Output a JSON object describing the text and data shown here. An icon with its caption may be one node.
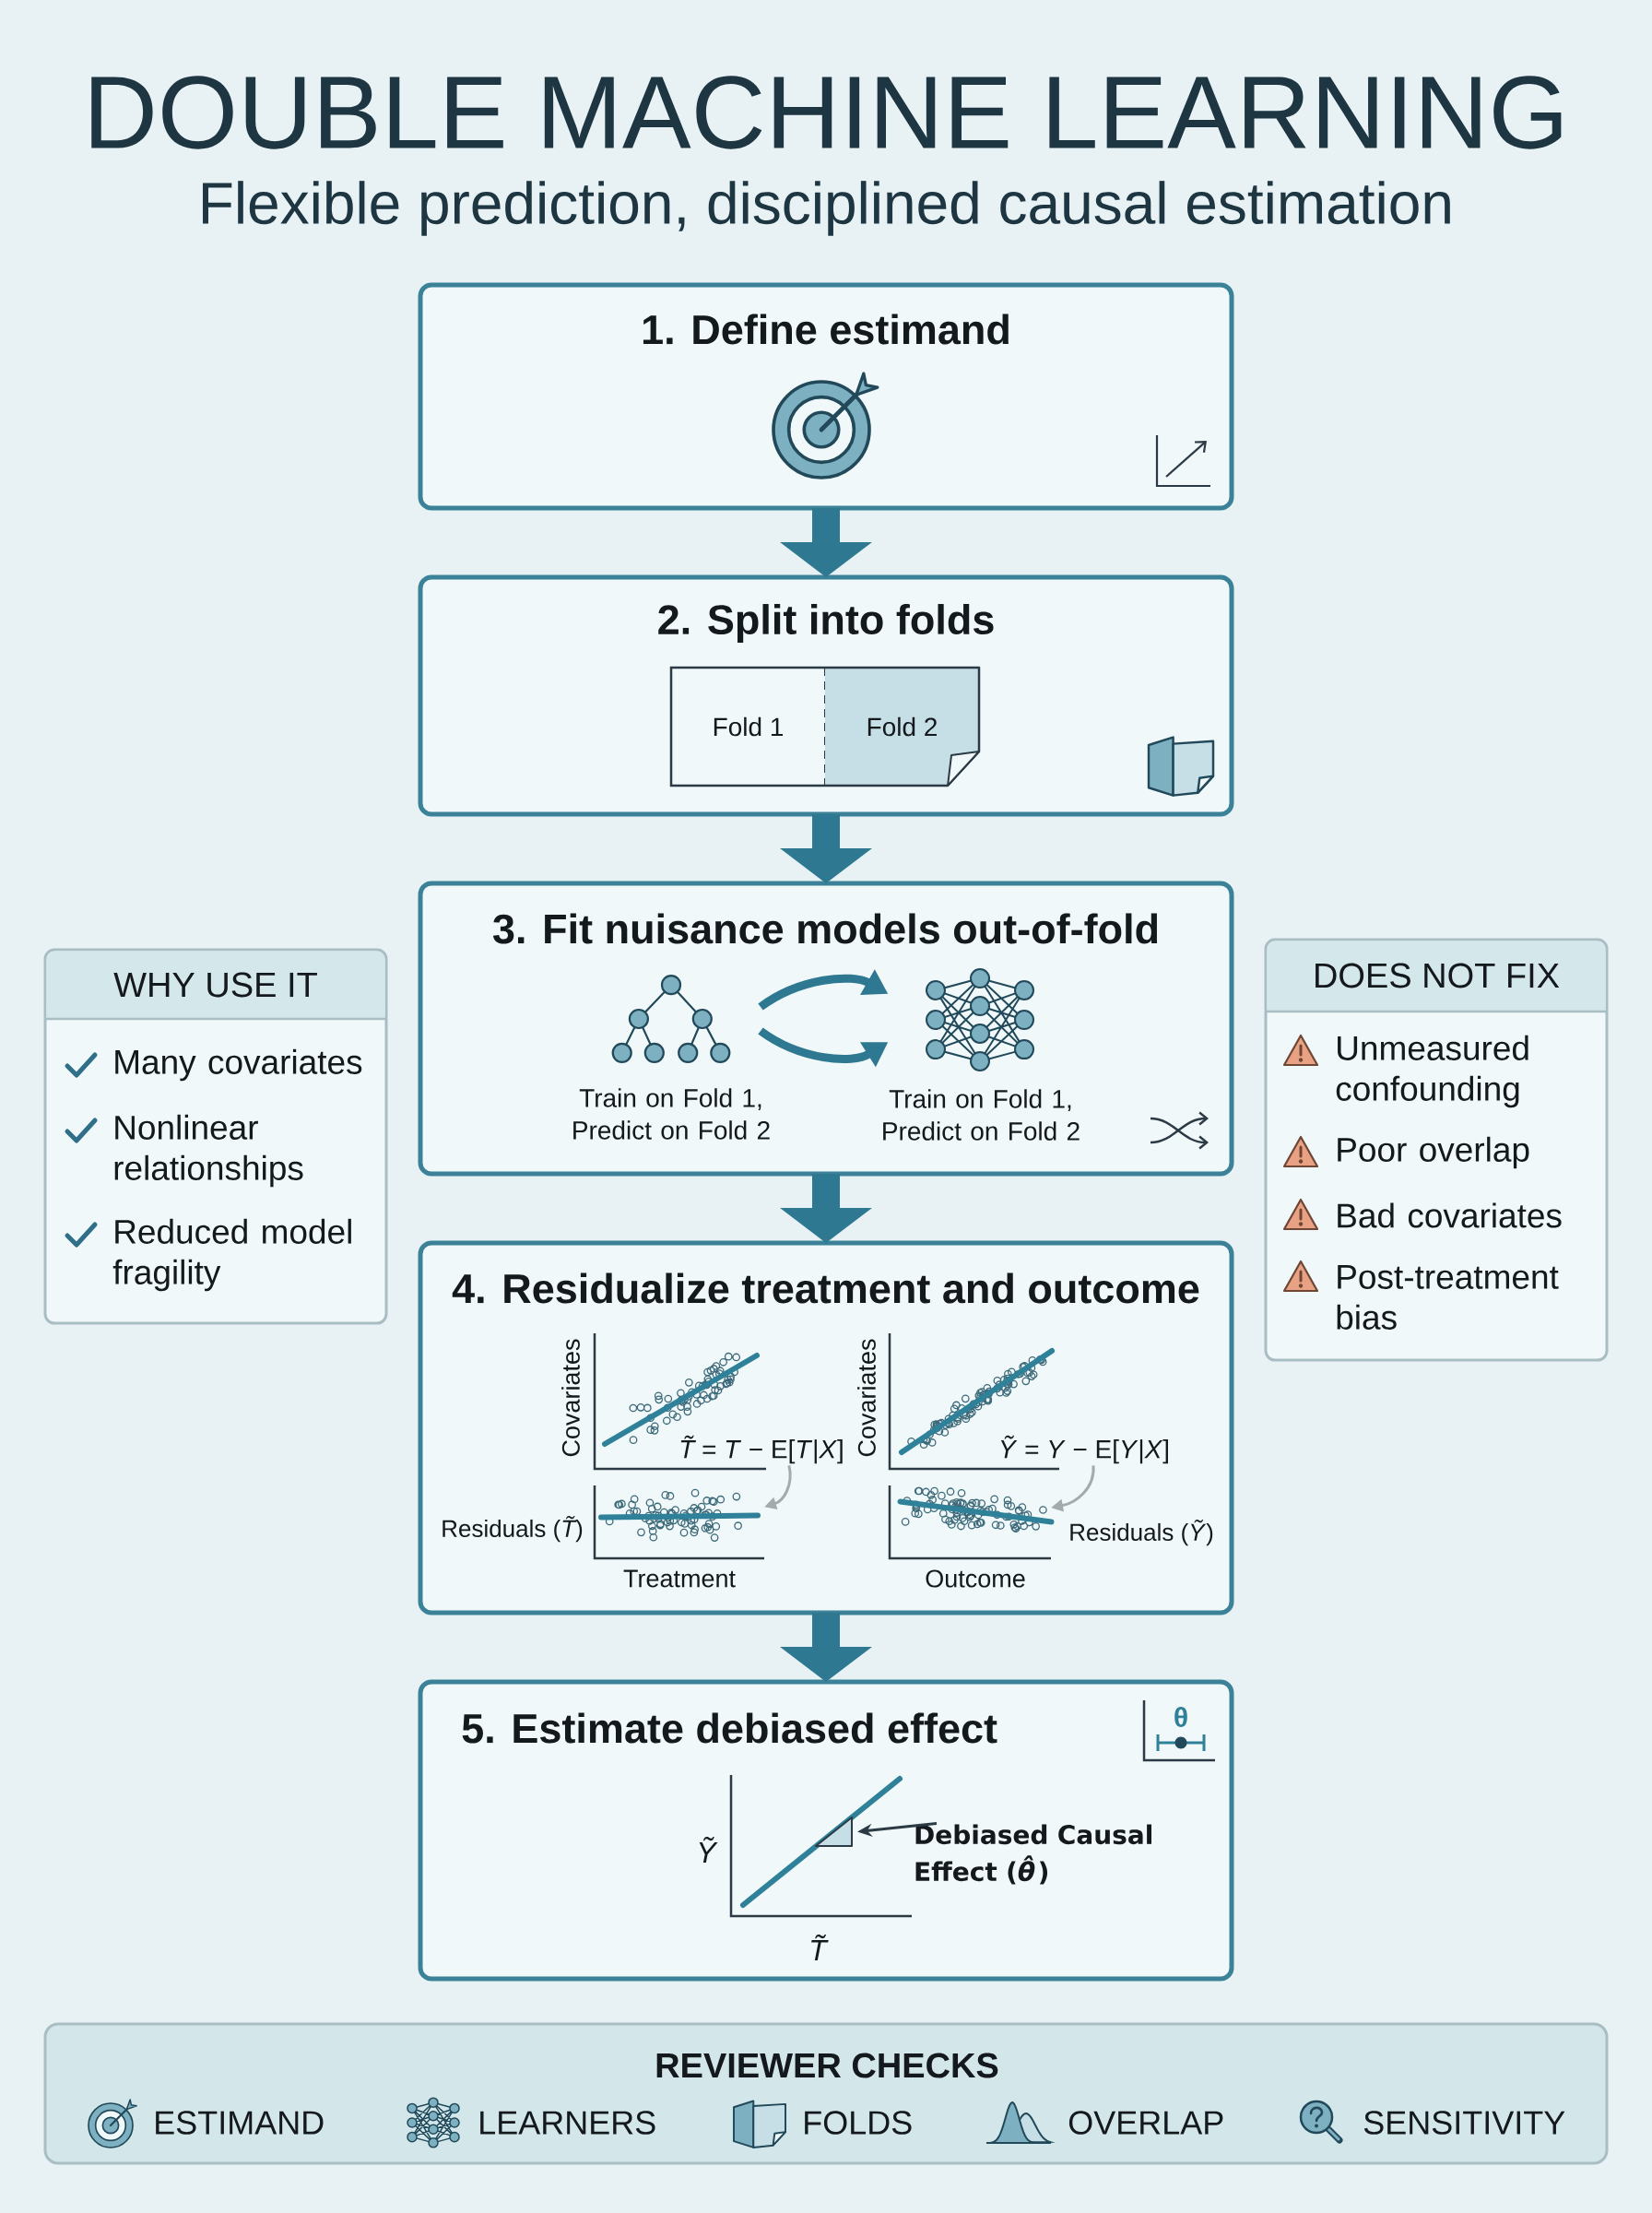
{
  "diagram": {
    "title": "DOUBLE MACHINE LEARNING",
    "nodes": [
      {
        "text": [
          "1. Define estimand"
        ]
      },
      {
        "text": [
          "2. Split into folds"
        ]
      },
      {
        "text": [
          "Fold 1"
        ],
        "in": 1
      },
      {
        "text": [
          "Fold 2"
        ],
        "in": 1
      },
      {
        "text": [
          "3. Fit nuisance models out-of-fold"
        ]
      },
      {
        "text": [],
        "shape": "picture",
        "beside": [
          "Train on Fold 1, Predict on Fold 2"
        ],
        "in": 4
      },
      {
        "text": [],
        "shape": "picture",
        "beside": [
          "Train on Fold 1, Predict on Fold 2"
        ],
        "in": 4
      },
      {
        "text": [
          "WHY USE IT",
          "Many covariates",
          "Nonlinear relationships",
          "Reduced model fragility"
        ]
      },
      {
        "text": [
          "DOES NOT FIX",
          "Unmeasured confounding",
          "Poor overlap",
          "Bad covariates",
          "Post-treatment bias"
        ]
      },
      {
        "text": [
          "4. Residualize treatment and outcome"
        ]
      },
      {
        "text": [
          "*T̃* = *T* − E[*T*|*X*]"
        ],
        "in": 9
      },
      {
        "text": [],
        "shape": "picture",
        "in": 9
      },
      {
        "text": [
          "*Ỹ* = *Y* − E[*Y*|*X*]"
        ],
        "in": 9
      },
      {
        "text": [],
        "shape": "picture",
        "in": 9
      },
      {
        "text": [
          "5. Estimate debiased effect"
        ]
      },
      {
        "text": [
          "Debiased Causal Effect (*θ̂*)"
        ],
        "in": 14
      },
      {
        "text": [],
        "shape": "triangle",
        "in": 14
      },
      {
        "text": [
          "REVIEWER CHECKS",
          "ESTIMAND",
          "LEARNERS",
          "FOLDS",
          "OVERLAP",
          "SENSITIVITY"
        ]
      }
    ],
    "edges": [
      {
        "from": 0,
        "to": 1,
        "arrow": "to",
        "style": "thick"
      },
      {
        "from": 1,
        "to": 4,
        "arrow": "to",
        "style": "thick"
      },
      {
        "from": 4,
        "to": 9,
        "arrow": "to",
        "style": "thick"
      },
      {
        "from": 9,
        "to": 14,
        "arrow": "to",
        "style": "thick"
      },
      {
        "from": 5,
        "to": 6,
        "arrow": "to"
      },
      {
        "from": 5,
        "to": 6,
        "arrow": "to"
      },
      {
        "from": 10,
        "to": 11,
        "arrow": "to",
        "color": "#a3abae"
      },
      {
        "from": 12,
        "to": 13,
        "arrow": "to",
        "color": "#a3abae"
      },
      {
        "from": 15,
        "to": 16,
        "arrow": "to",
        "color": "#2b3a44"
      }
    ],
    "labels": [
      "Flexible prediction, disciplined causal estimation",
      "Covariates",
      "Covariates",
      "Residuals (*T̃*)",
      "Residuals (*Ỹ*)",
      "Treatment",
      "Outcome",
      "θ",
      "Ỹ",
      "T̃"
    ]
  }
}
